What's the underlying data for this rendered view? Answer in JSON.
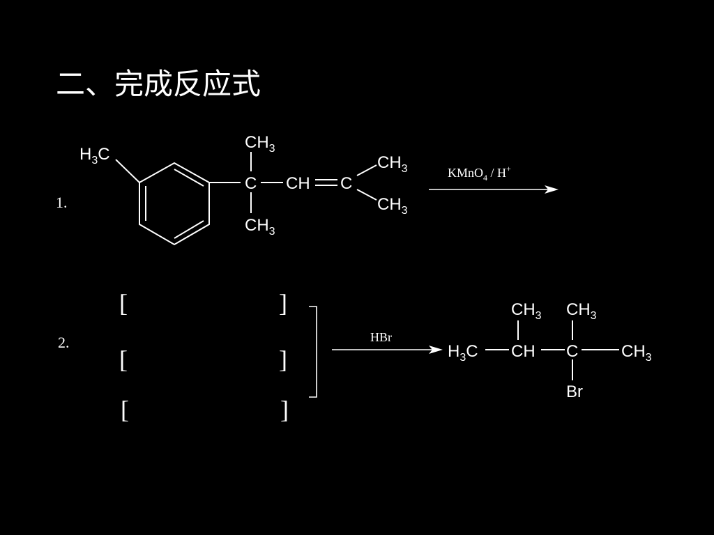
{
  "title": "二、完成反应式",
  "reaction1": {
    "number": "1.",
    "ring_substituent": {
      "base": "H",
      "sub": "3",
      "tail": "C"
    },
    "quaternary_carbon": "C",
    "methyl_top": {
      "base": "CH",
      "sub": "3"
    },
    "methyl_bottom": {
      "base": "CH",
      "sub": "3"
    },
    "alkene_ch": "CH",
    "alkene_c": "C",
    "methyl_right_top": {
      "base": "CH",
      "sub": "3"
    },
    "methyl_right_bottom": {
      "base": "CH",
      "sub": "3"
    },
    "reagent": {
      "k": "KMnO",
      "sub": "4",
      "mid": " / H",
      "sup": "+"
    }
  },
  "reaction2": {
    "number": "2.",
    "bracket_left": "[",
    "bracket_right": "]",
    "reagent": "HBr",
    "product": {
      "left_methyl": {
        "base": "H",
        "sub": "3",
        "tail": "C"
      },
      "ch": "CH",
      "c": "C",
      "right_methyl": {
        "base": "CH",
        "sub": "3"
      },
      "methyl_top_1": {
        "base": "CH",
        "sub": "3"
      },
      "methyl_top_2": {
        "base": "CH",
        "sub": "3"
      },
      "br": "Br"
    }
  }
}
